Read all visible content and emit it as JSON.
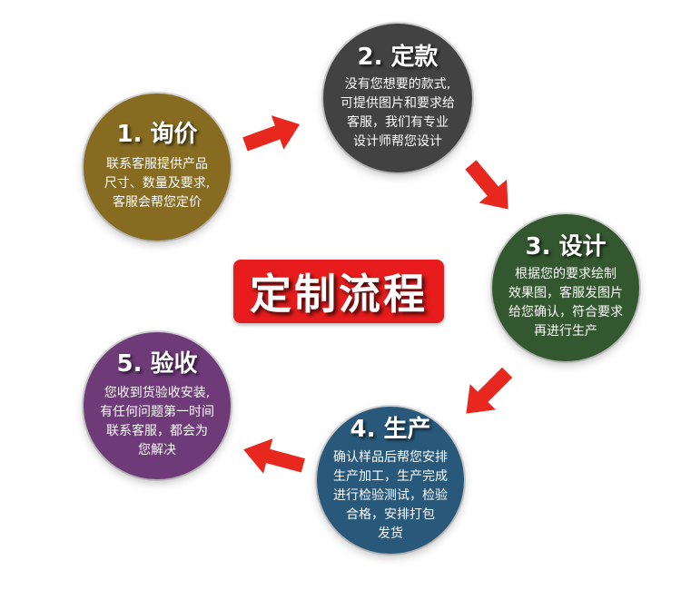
{
  "center_title": "定制流程",
  "steps": [
    {
      "title": "1. 询价",
      "lines": [
        "联系客服提供产品",
        "尺寸、数量及要求,",
        "客服会帮您定价"
      ]
    },
    {
      "title": "2. 定款",
      "lines": [
        "没有您想要的款式,",
        "可提供图片和要求给",
        "客服，我们有专业",
        "设计师帮您设计"
      ]
    },
    {
      "title": "3. 设计",
      "lines": [
        "根据您的要求绘制",
        "效果图，客服发图片",
        "给您确认，符合要求",
        "再进行生产"
      ]
    },
    {
      "title": "4. 生产",
      "lines": [
        "确认样品后帮您安排",
        "生产加工，生产完成",
        "进行检验测试，检验",
        "合格，安排打包",
        "发货"
      ]
    },
    {
      "title": "5. 验收",
      "lines": [
        "您收到货验收安装,",
        "有任何问题第一时间",
        "联系客服，都会为",
        "您解决"
      ]
    }
  ],
  "colors": {
    "arrow": "#e8281f",
    "center_bg": "#e81c1c",
    "step1": "#866b21",
    "step2": "#424242",
    "step3": "#33572e",
    "step4": "#28587a",
    "step5": "#6e3a78"
  }
}
